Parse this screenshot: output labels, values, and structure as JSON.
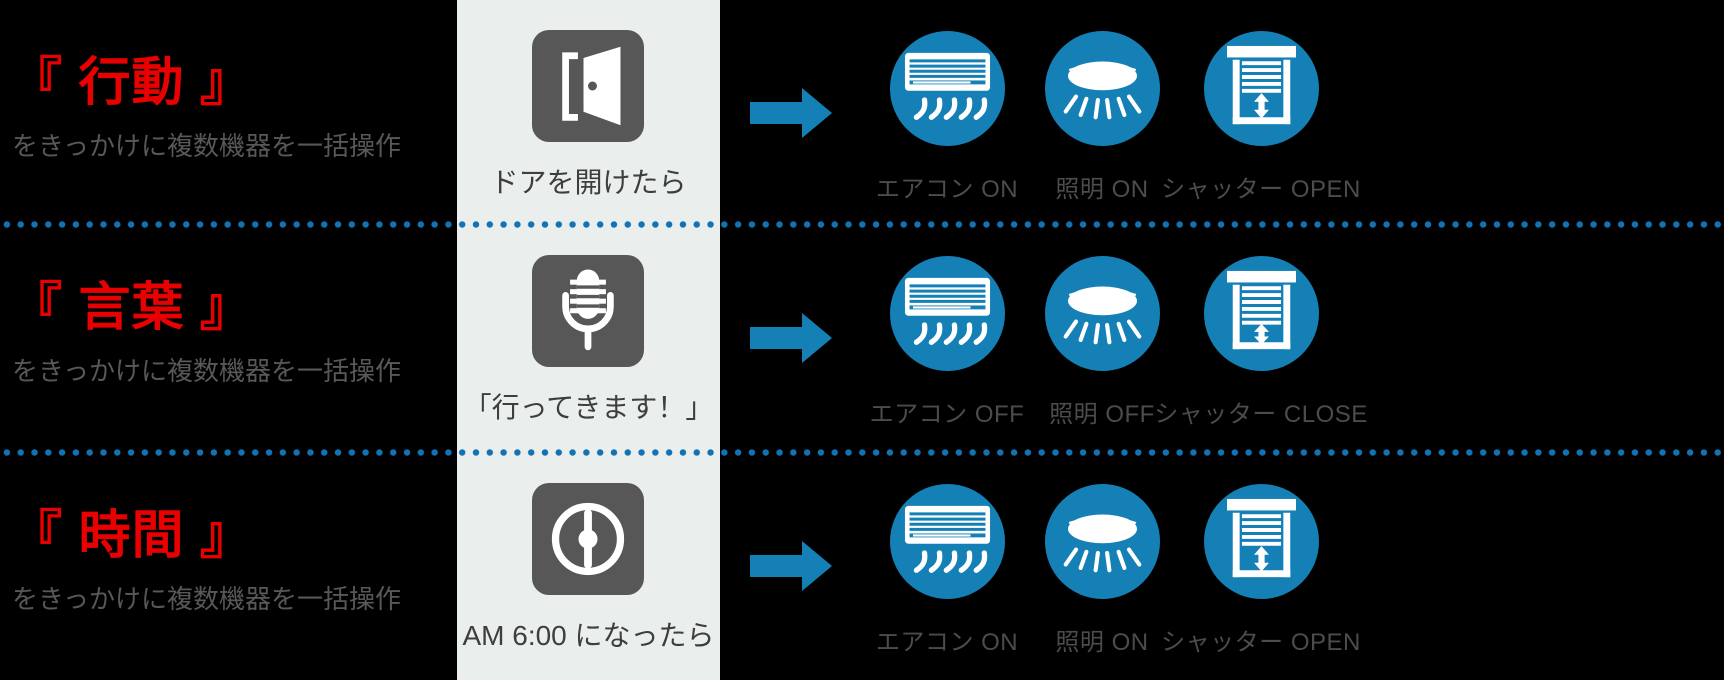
{
  "colors": {
    "background": "#000000",
    "panel": "#eaefee",
    "blue": "#1480b5",
    "dot_blue": "#1173b4",
    "icon_square_gray": "#575757",
    "header_red": "#e90000",
    "subtext_gray": "#595757",
    "trigger_label_gray": "#3d3f3f",
    "device_label_gray": "#4c4c4c"
  },
  "rows": [
    {
      "header": "『 行動 』",
      "subtext": "をきっかけに複数機器を一括操作",
      "trigger": {
        "icon": "door-open-icon",
        "label": "ドアを開けたら"
      },
      "devices": [
        {
          "icon": "air-conditioner-icon",
          "label": "エアコン ON"
        },
        {
          "icon": "ceiling-light-icon",
          "label": "照明 ON"
        },
        {
          "icon": "shutter-open-icon",
          "label": "シャッター OPEN"
        }
      ]
    },
    {
      "header": "『 言葉 』",
      "subtext": "をきっかけに複数機器を一括操作",
      "trigger": {
        "icon": "microphone-icon",
        "label": "「行ってきます！」"
      },
      "devices": [
        {
          "icon": "air-conditioner-icon",
          "label": "エアコン OFF"
        },
        {
          "icon": "ceiling-light-icon",
          "label": "照明 OFF"
        },
        {
          "icon": "shutter-close-icon",
          "label": "シャッター CLOSE"
        }
      ]
    },
    {
      "header": "『 時間 』",
      "subtext": "をきっかけに複数機器を一括操作",
      "trigger": {
        "icon": "clock-icon",
        "label": "AM 6:00 になったら"
      },
      "devices": [
        {
          "icon": "air-conditioner-icon",
          "label": "エアコン ON"
        },
        {
          "icon": "ceiling-light-icon",
          "label": "照明 ON"
        },
        {
          "icon": "shutter-open-icon",
          "label": "シャッター OPEN"
        }
      ]
    }
  ]
}
